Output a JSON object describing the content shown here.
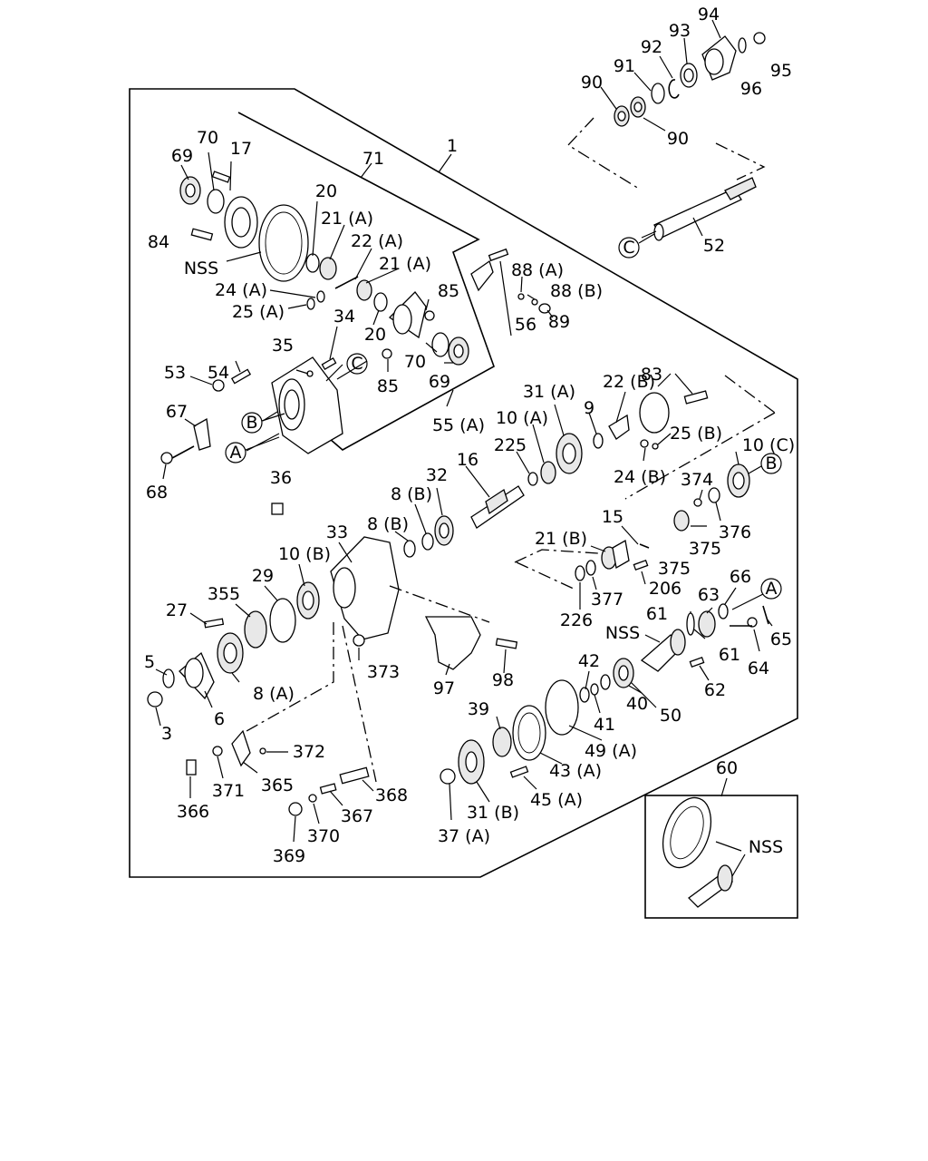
{
  "labels": {
    "l1": "1",
    "l3": "3",
    "l5": "5",
    "l6": "6",
    "l8A": "8 (A)",
    "l8B1": "8 (B)",
    "l8B2": "8 (B)",
    "l9": "9",
    "l10A": "10 (A)",
    "l10B": "10 (B)",
    "l10C": "10 (C)",
    "l15": "15",
    "l16": "16",
    "l17": "17",
    "l20a": "20",
    "l20b": "20",
    "l21A1": "21 (A)",
    "l21A2": "21 (A)",
    "l21B": "21 (B)",
    "l22A": "22 (A)",
    "l22B": "22 (B)",
    "l24A": "24 (A)",
    "l24B": "24 (B)",
    "l25A": "25 (A)",
    "l25B": "25 (B)",
    "l27": "27",
    "l29": "29",
    "l31A": "31 (A)",
    "l31B": "31 (B)",
    "l32": "32",
    "l33": "33",
    "l34": "34",
    "l35": "35",
    "l36": "36",
    "l37A": "37 (A)",
    "l39": "39",
    "l40": "40",
    "l41": "41",
    "l42": "42",
    "l43A": "43 (A)",
    "l45A": "45 (A)",
    "l49A": "49 (A)",
    "l50": "50",
    "l52": "52",
    "l53": "53",
    "l54": "54",
    "l55A": "55 (A)",
    "l56": "56",
    "l60": "60",
    "l61a": "61",
    "l61b": "61",
    "l62": "62",
    "l63": "63",
    "l64": "64",
    "l65": "65",
    "l66": "66",
    "l67": "67",
    "l68": "68",
    "l69a": "69",
    "l69b": "69",
    "l70a": "70",
    "l70b": "70",
    "l71": "71",
    "l83": "83",
    "l84": "84",
    "l85a": "85",
    "l85b": "85",
    "l88A": "88 (A)",
    "l88B": "88 (B)",
    "l89": "89",
    "l90a": "90",
    "l90b": "90",
    "l91": "91",
    "l92": "92",
    "l93": "93",
    "l94": "94",
    "l95": "95",
    "l96": "96",
    "l97": "97",
    "l98": "98",
    "l206": "206",
    "l225": "225",
    "l226": "226",
    "l355": "355",
    "l365": "365",
    "l366": "366",
    "l367": "367",
    "l368": "368",
    "l369": "369",
    "l370": "370",
    "l371": "371",
    "l372": "372",
    "l373": "373",
    "l374": "374",
    "l375a": "375",
    "l375b": "375",
    "l376": "376",
    "l377": "377",
    "nss1": "NSS",
    "nss2": "NSS",
    "nss3": "NSS"
  },
  "refs": {
    "A": "A",
    "B": "B",
    "C": "C"
  }
}
